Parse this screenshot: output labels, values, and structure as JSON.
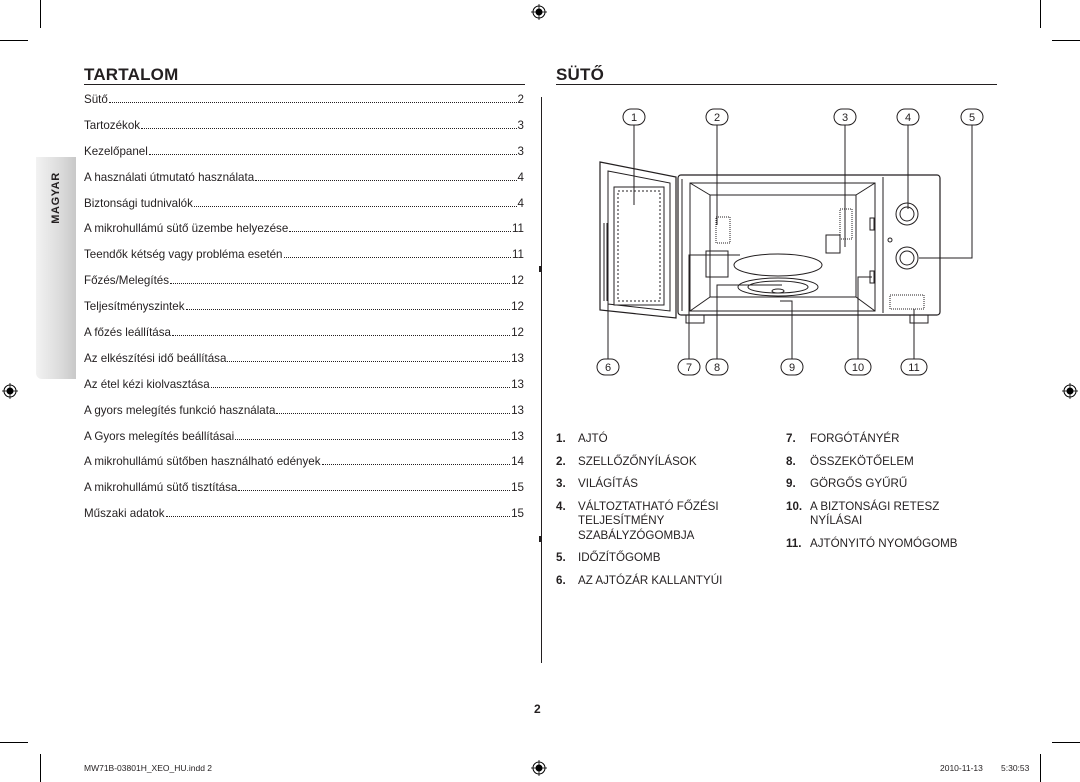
{
  "toc": {
    "title": "TARTALOM",
    "entries": [
      {
        "label": "Sütő",
        "page": "2"
      },
      {
        "label": "Tartozékok",
        "page": "3"
      },
      {
        "label": "Kezelőpanel",
        "page": "3"
      },
      {
        "label": "A használati útmutató használata",
        "page": "4"
      },
      {
        "label": "Biztonsági tudnivalók",
        "page": "4"
      },
      {
        "label": "A mikrohullámú sütő üzembe helyezése",
        "page": "11"
      },
      {
        "label": "Teendők kétség vagy probléma esetén",
        "page": "11"
      },
      {
        "label": "Főzés/Melegítés",
        "page": "12"
      },
      {
        "label": "Teljesítményszintek",
        "page": "12"
      },
      {
        "label": "A főzés leállítása",
        "page": "12"
      },
      {
        "label": "Az elkészítési idő beállítása",
        "page": "13"
      },
      {
        "label": "Az étel kézi kiolvasztása",
        "page": "13"
      },
      {
        "label": "A gyors melegítés funkció használata",
        "page": "13"
      },
      {
        "label": "A Gyors melegítés beállításai",
        "page": "13"
      },
      {
        "label": "A mikrohullámú sütőben használható edények",
        "page": "14"
      },
      {
        "label": "A mikrohullámú sütő tisztítása",
        "page": "15"
      },
      {
        "label": "Műszaki adatok",
        "page": "15"
      }
    ]
  },
  "side_tab": "MAGYAR",
  "oven": {
    "title": "SÜTŐ",
    "callouts_top": [
      "1",
      "2",
      "3",
      "4",
      "5"
    ],
    "callouts_bottom": [
      "6",
      "7",
      "8",
      "9",
      "10",
      "11"
    ],
    "legend_left": [
      {
        "num": "1.",
        "text": "AJTÓ"
      },
      {
        "num": "2.",
        "text": "SZELLŐZŐNYÍLÁSOK"
      },
      {
        "num": "3.",
        "text": "VILÁGÍTÁS"
      },
      {
        "num": "4.",
        "text": "VÁLTOZTATHATÓ FŐZÉSI TELJESÍTMÉNY SZABÁLYZÓGOMBJA"
      },
      {
        "num": "5.",
        "text": "IDŐZÍTŐGOMB"
      },
      {
        "num": "6.",
        "text": "AZ AJTÓZÁR KALLANTYÚI"
      }
    ],
    "legend_right": [
      {
        "num": "7.",
        "text": "FORGÓTÁNYÉR"
      },
      {
        "num": "8.",
        "text": "ÖSSZEKÖTŐELEM"
      },
      {
        "num": "9.",
        "text": "GÖRGŐS GYŰRŰ"
      },
      {
        "num": "10.",
        "text": "A BIZTONSÁGI RETESZ NYÍLÁSAI"
      },
      {
        "num": "11.",
        "text": "AJTÓNYITÓ NYOMÓGOMB"
      }
    ]
  },
  "page_number": "2",
  "footer": {
    "file": "MW71B-03801H_XEO_HU.indd   2",
    "date": "2010-11-13",
    "time": "5:30:53"
  }
}
